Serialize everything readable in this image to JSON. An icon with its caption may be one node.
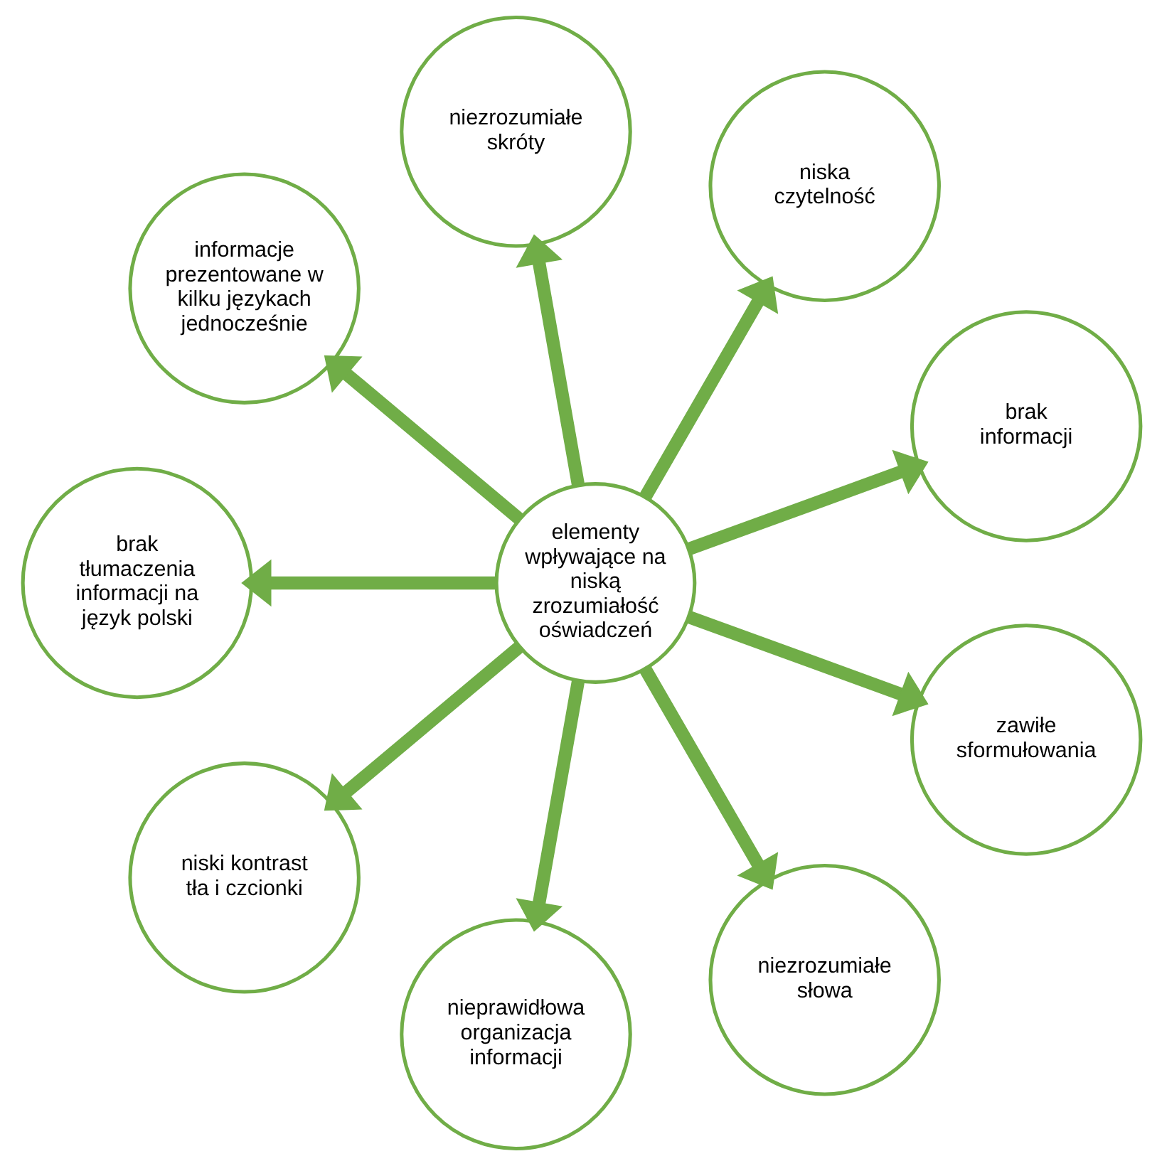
{
  "diagram": {
    "nodes": [
      {
        "text": [
          "elementy wpływające na niską zrozumiałość oświadczeń"
        ]
      },
      {
        "text": [
          "brak informacji"
        ]
      },
      {
        "text": [
          "niska czytelność"
        ]
      },
      {
        "text": [
          "niezrozumiałe skróty"
        ]
      },
      {
        "text": [
          "informacje prezentowane w kilku językach jednocześnie"
        ]
      },
      {
        "text": [
          "brak tłumaczenia informacji na język polski"
        ]
      },
      {
        "text": [
          "niski kontrast tła i czcionki"
        ]
      },
      {
        "text": [
          "nieprawidłowa organizacja informacji"
        ]
      },
      {
        "text": [
          "niezrozumiałe słowa"
        ]
      },
      {
        "text": [
          "zawiłe sformułowania"
        ]
      }
    ],
    "edges": [
      {
        "from": 0,
        "to": 1,
        "arrow": "to"
      },
      {
        "from": 0,
        "to": 2,
        "arrow": "to"
      },
      {
        "from": 0,
        "to": 3,
        "arrow": "to"
      },
      {
        "from": 0,
        "to": 4,
        "arrow": "to"
      },
      {
        "from": 0,
        "to": 5,
        "arrow": "to"
      },
      {
        "from": 0,
        "to": 6,
        "arrow": "to"
      },
      {
        "from": 0,
        "to": 7,
        "arrow": "to"
      },
      {
        "from": 0,
        "to": 8,
        "arrow": "to"
      },
      {
        "from": 0,
        "to": 9,
        "arrow": "to"
      }
    ]
  }
}
